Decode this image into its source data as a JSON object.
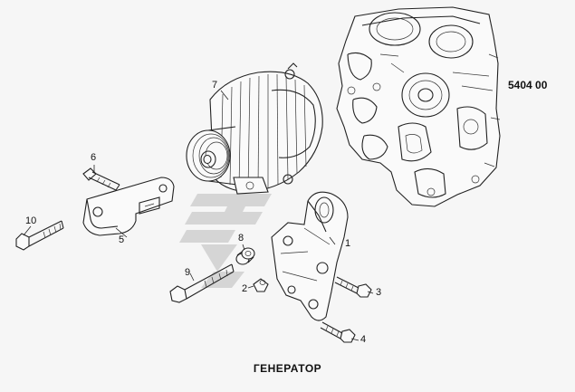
{
  "drawing_code": "5404 00",
  "caption": "ГЕНЕРАТОР",
  "callouts": {
    "c1": "1",
    "c2": "2",
    "c3": "3",
    "c4": "4",
    "c5": "5",
    "c6": "6",
    "c7": "7",
    "c8": "8",
    "c9": "9",
    "c10": "10"
  },
  "colors": {
    "line": "#222222",
    "watermark": "#d2d2d2",
    "background": "#f6f6f6"
  }
}
